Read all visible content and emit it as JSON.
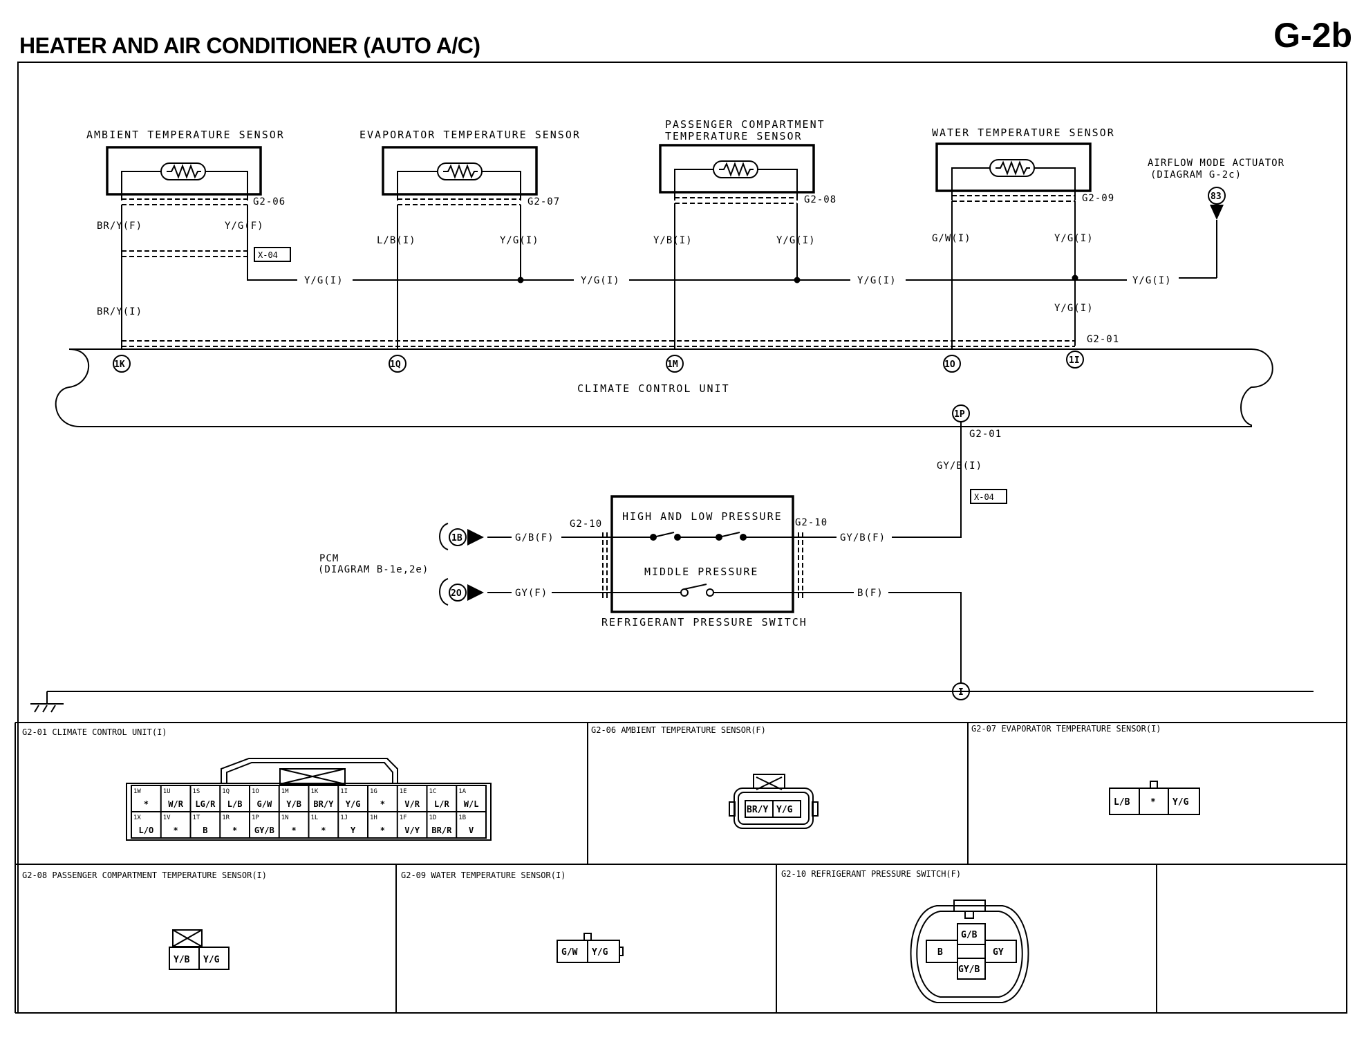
{
  "page": {
    "title": "HEATER AND AIR CONDITIONER (AUTO A/C)",
    "code": "G-2b"
  },
  "sensors": [
    {
      "label": "AMBIENT TEMPERATURE SENSOR",
      "connector": "G2-06",
      "left_wire": "BR/Y(F)",
      "right_wire": "Y/G(F)"
    },
    {
      "label": "EVAPORATOR TEMPERATURE SENSOR",
      "connector": "G2-07",
      "left_wire": "L/B(I)",
      "right_wire": "Y/G(I)"
    },
    {
      "label_line1": "PASSENGER COMPARTMENT",
      "label_line2": "TEMPERATURE SENSOR",
      "connector": "G2-08",
      "left_wire": "Y/B(I)",
      "right_wire": "Y/G(I)"
    },
    {
      "label": "WATER TEMPERATURE SENSOR",
      "connector": "G2-09",
      "left_wire": "G/W(I)",
      "right_wire": "Y/G(I)"
    }
  ],
  "airflow": {
    "label_line1": "AIRFLOW MODE ACTUATOR",
    "label_line2": "(DIAGRAM G-2c)",
    "pin": "83"
  },
  "wires": {
    "x04": "X-04",
    "ambient_lower": "BR/Y(I)",
    "bus_1": "Y/G(I)",
    "bus_2": "Y/G(I)",
    "bus_3": "Y/G(I)",
    "bus_4": "Y/G(I)",
    "bus_vertical": "Y/G(I)",
    "g2_01_top": "G2-01",
    "g2_01_bottom": "G2-01",
    "gyb_i": "GY/B(I)",
    "x04_lower": "X-04",
    "gb_f": "G/B(F)",
    "gy_f": "GY(F)",
    "gyb_f": "GY/B(F)",
    "b_f": "B(F)",
    "g2_10_left": "G2-10",
    "g2_10_right": "G2-10"
  },
  "ccu": {
    "label": "CLIMATE CONTROL UNIT",
    "pins": [
      "1K",
      "1Q",
      "1M",
      "1O",
      "1I",
      "1P"
    ]
  },
  "switch": {
    "high_low": "HIGH AND LOW PRESSURE",
    "middle": "MIDDLE PRESSURE",
    "name": "REFRIGERANT PRESSURE SWITCH"
  },
  "pcm": {
    "label_line1": "PCM",
    "label_line2": "(DIAGRAM B-1e,2e)",
    "pin_top": "1B",
    "pin_bottom": "2O"
  },
  "ground": {
    "pin": "I"
  },
  "connectors": {
    "g2_01": {
      "title": "G2-01 CLIMATE CONTROL UNIT(I)",
      "top_row": [
        {
          "pin": "1W",
          "wire": "*"
        },
        {
          "pin": "1U",
          "wire": "W/R"
        },
        {
          "pin": "1S",
          "wire": "LG/R"
        },
        {
          "pin": "1Q",
          "wire": "L/B"
        },
        {
          "pin": "1O",
          "wire": "G/W"
        },
        {
          "pin": "1M",
          "wire": "Y/B"
        },
        {
          "pin": "1K",
          "wire": "BR/Y"
        },
        {
          "pin": "1I",
          "wire": "Y/G"
        },
        {
          "pin": "1G",
          "wire": "*"
        },
        {
          "pin": "1E",
          "wire": "V/R"
        },
        {
          "pin": "1C",
          "wire": "L/R"
        },
        {
          "pin": "1A",
          "wire": "W/L"
        }
      ],
      "bottom_row": [
        {
          "pin": "1X",
          "wire": "L/O"
        },
        {
          "pin": "1V",
          "wire": "*"
        },
        {
          "pin": "1T",
          "wire": "B"
        },
        {
          "pin": "1R",
          "wire": "*"
        },
        {
          "pin": "1P",
          "wire": "GY/B"
        },
        {
          "pin": "1N",
          "wire": "*"
        },
        {
          "pin": "1L",
          "wire": "*"
        },
        {
          "pin": "1J",
          "wire": "Y"
        },
        {
          "pin": "1H",
          "wire": "*"
        },
        {
          "pin": "1F",
          "wire": "V/Y"
        },
        {
          "pin": "1D",
          "wire": "BR/R"
        },
        {
          "pin": "1B",
          "wire": "V"
        }
      ]
    },
    "g2_06": {
      "title": "G2-06 AMBIENT TEMPERATURE SENSOR(F)",
      "pins": [
        "BR/Y",
        "Y/G"
      ]
    },
    "g2_07": {
      "title": "G2-07 EVAPORATOR TEMPERATURE SENSOR(I)",
      "pins": [
        "L/B",
        "*",
        "Y/G"
      ]
    },
    "g2_08": {
      "title": "G2-08 PASSENGER COMPARTMENT TEMPERATURE SENSOR(I)",
      "pins": [
        "Y/B",
        "Y/G"
      ]
    },
    "g2_09": {
      "title": "G2-09 WATER TEMPERATURE SENSOR(I)",
      "pins": [
        "G/W",
        "Y/G"
      ]
    },
    "g2_10": {
      "title": "G2-10 REFRIGERANT PRESSURE SWITCH(F)",
      "pins": {
        "top": "G/B",
        "left": "B",
        "right": "GY",
        "bottom": "GY/B"
      }
    }
  }
}
